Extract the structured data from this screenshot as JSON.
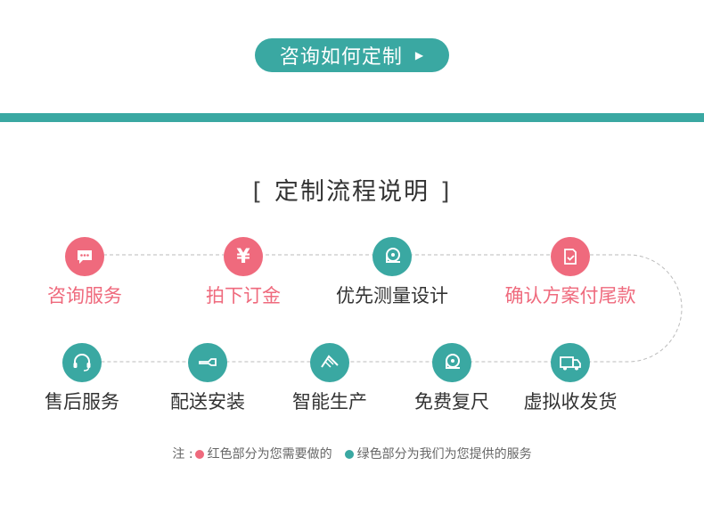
{
  "consult_button": {
    "label": "咨询如何定制",
    "arrow": "▶"
  },
  "section": {
    "bracket_open": "[",
    "title": "定制流程说明",
    "bracket_close": "]"
  },
  "colors": {
    "red": "#ef6a7d",
    "green": "#3aa8a2",
    "dash": "#bbbbbb"
  },
  "steps_row1": [
    {
      "label": "咨询服务",
      "icon": "chat-bubble-icon",
      "color": "red"
    },
    {
      "label": "拍下订金",
      "icon": "yen-icon",
      "color": "red"
    },
    {
      "label": "优先测量设计",
      "icon": "tape-measure-icon",
      "color": "green"
    },
    {
      "label": "确认方案付尾款",
      "icon": "document-check-icon",
      "color": "red"
    }
  ],
  "steps_row2": [
    {
      "label": "售后服务",
      "icon": "headset-icon",
      "color": "green"
    },
    {
      "label": "配送安装",
      "icon": "wrench-icon",
      "color": "green"
    },
    {
      "label": "智能生产",
      "icon": "saw-icon",
      "color": "green"
    },
    {
      "label": "免费复尺",
      "icon": "tape-measure-icon",
      "color": "green"
    },
    {
      "label": "虚拟收发货",
      "icon": "truck-icon",
      "color": "green"
    }
  ],
  "note": {
    "prefix": "注 :",
    "red_text": "红色部分为您需要做的",
    "green_text": "绿色部分为我们为您提供的服务"
  }
}
